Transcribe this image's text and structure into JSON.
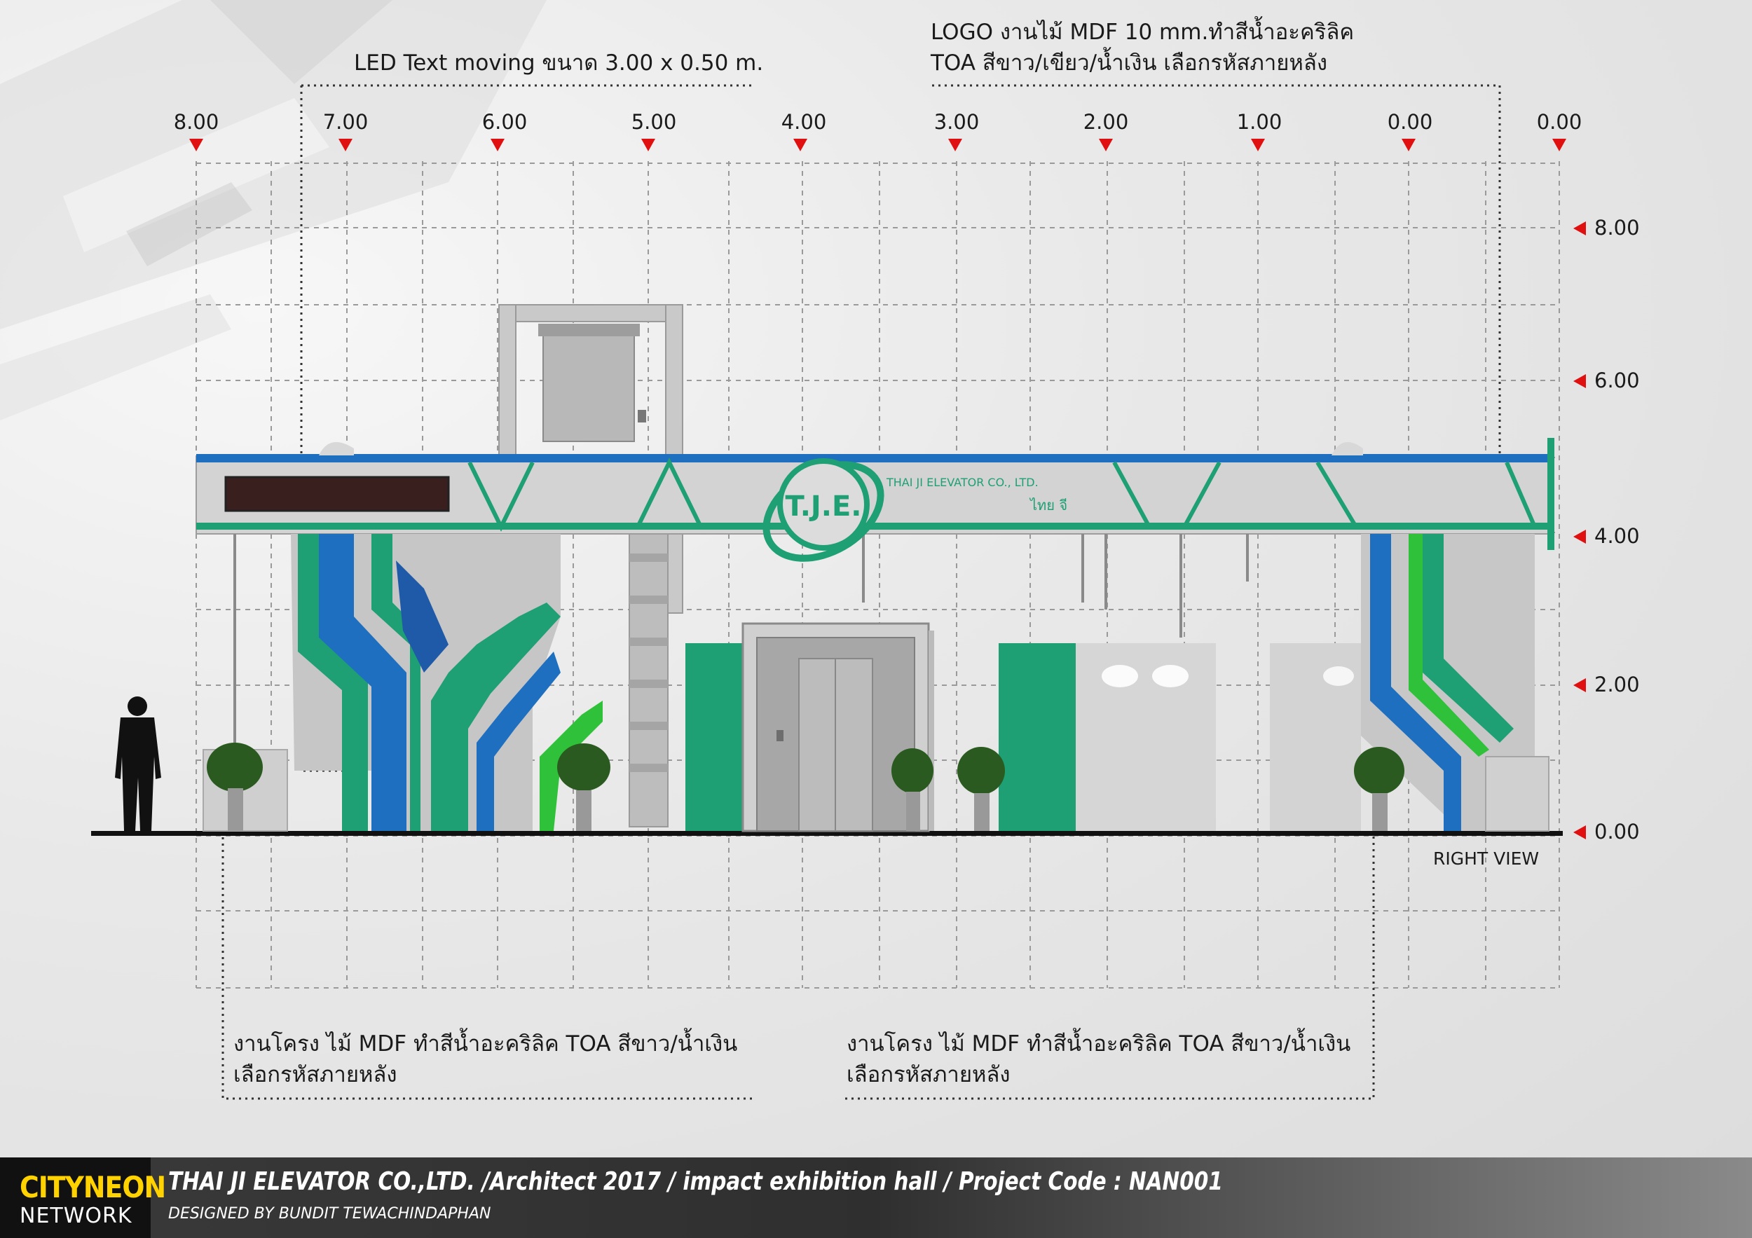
{
  "annotations": {
    "led_text": "LED Text moving ขนาด 3.00 x 0.50 m.",
    "logo_line1": "LOGO งานไม้ MDF 10 mm.ทำสีน้ำอะคริลิค",
    "logo_line2": "TOA สีขาว/เขียว/น้ำเงิน เลือกรหัสภายหลัง",
    "bottom_left_line1": "งานโครง ไม้ MDF ทำสีน้ำอะคริลิค TOA สีขาว/น้ำเงิน",
    "bottom_left_line2": "เลือกรหัสภายหลัง",
    "bottom_right_line1": "งานโครง ไม้ MDF ทำสีน้ำอะคริลิค TOA สีขาว/น้ำเงิน",
    "bottom_right_line2": "เลือกรหัสภายหลัง"
  },
  "x_axis_ticks": [
    "8.00",
    "7.00",
    "6.00",
    "5.00",
    "4.00",
    "3.00",
    "2.00",
    "1.00",
    "0.00",
    "0.00"
  ],
  "y_axis_ticks": [
    "8.00",
    "6.00",
    "4.00",
    "2.00",
    "0.00"
  ],
  "view_label": "RIGHT VIEW",
  "booth": {
    "logo_text": "T.J.E.",
    "company_text": "THAI JI ELEVATOR CO., LTD.",
    "thai_text": "ไทย จี"
  },
  "colors": {
    "green": "#1f9f74",
    "blue": "#1f6fc0",
    "bright_green": "#2fc13a",
    "grey_panel": "#c8c8c8",
    "marker_red": "#e01010",
    "logo_yellow": "#ffd200"
  },
  "footer": {
    "logo_top": "CITYNEON",
    "logo_bottom": "NETWORK",
    "title": "THAI JI ELEVATOR CO.,LTD. /Architect 2017 / impact exhibition hall / Project Code : NAN001",
    "subtitle": "DESIGNED BY BUNDIT TEWACHINDAPHAN"
  }
}
